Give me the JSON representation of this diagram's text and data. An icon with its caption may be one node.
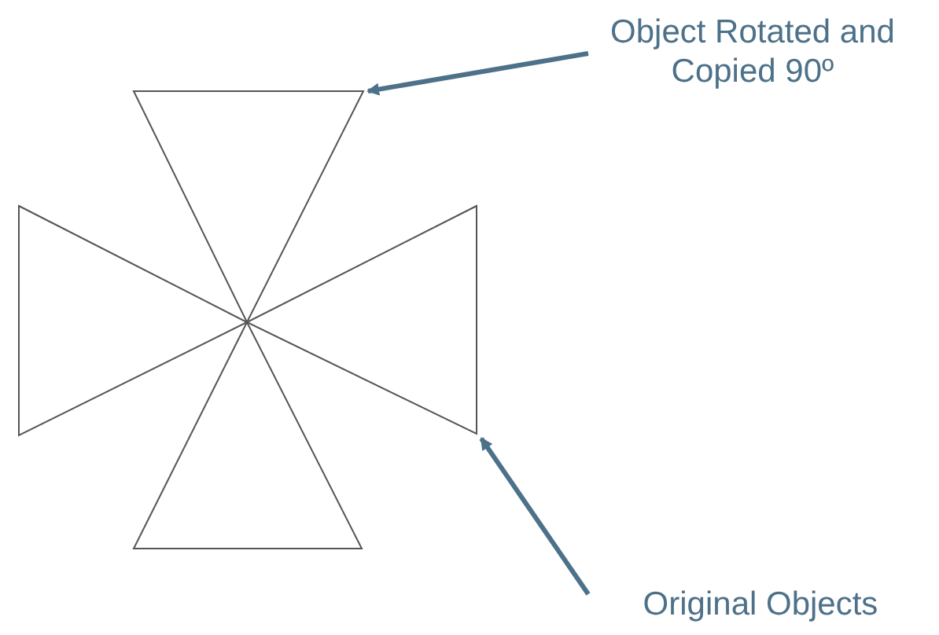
{
  "diagram": {
    "nodes": [
      {
        "text": [
          "Object Rotated and Copied 90º"
        ]
      },
      {
        "text": [],
        "shape": "triangle"
      },
      {
        "text": [],
        "shape": "triangle"
      },
      {
        "text": [
          "Original Objects"
        ]
      }
    ],
    "edges": [
      {
        "from": 0,
        "to": 1,
        "arrow": "to"
      },
      {
        "from": 3,
        "to": 2,
        "arrow": "to"
      }
    ]
  }
}
